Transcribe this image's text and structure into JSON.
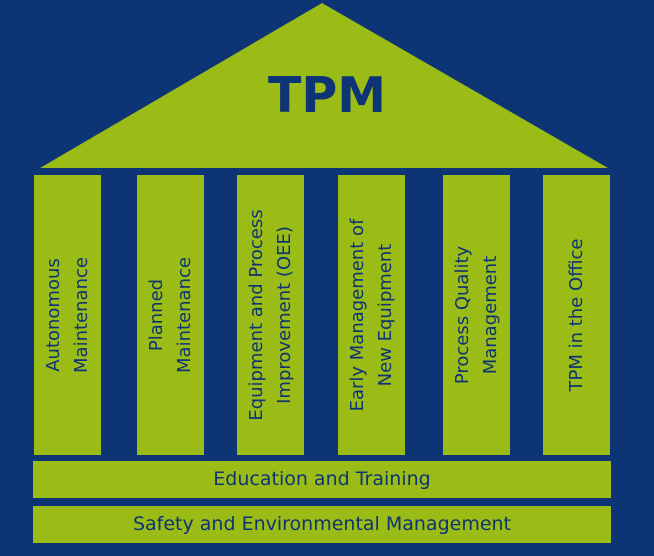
{
  "roof": {
    "title": "TPM"
  },
  "pillars": [
    {
      "label": "Autonomous\nMaintenance"
    },
    {
      "label": "Planned\nMaintenance"
    },
    {
      "label": "Equipment and Process\nImprovement  (OEE)"
    },
    {
      "label": "Early Management of\nNew Equipment"
    },
    {
      "label": "Process Quality\nManagement"
    },
    {
      "label": "TPM in the Office"
    }
  ],
  "foundation": {
    "training": "Education and Training",
    "safety": "Safety and Environmental Management"
  },
  "colors": {
    "background": "#0d3474",
    "green": "#9bbb16",
    "text": "#0d3474"
  }
}
